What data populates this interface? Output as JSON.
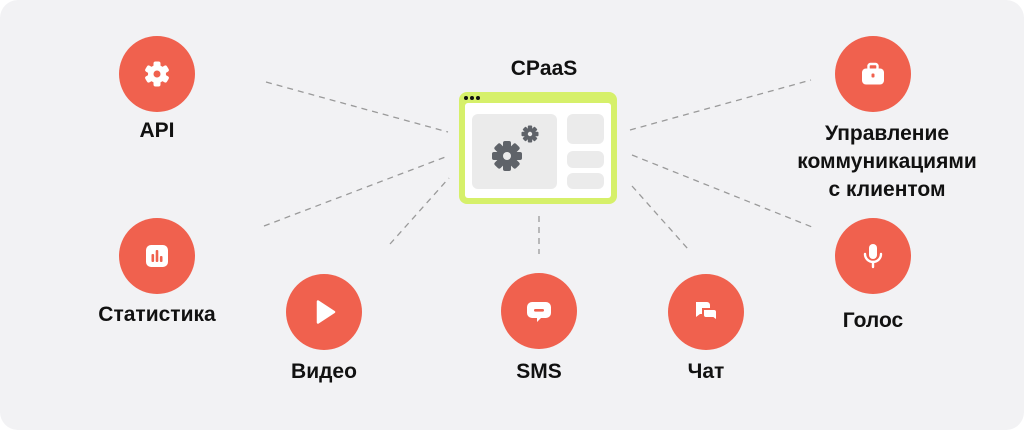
{
  "center": {
    "title": "CPaaS"
  },
  "nodes": {
    "api": {
      "label": "API",
      "icon": "gear-icon"
    },
    "stats": {
      "label": "Статистика",
      "icon": "bar-chart-icon"
    },
    "video": {
      "label": "Видео",
      "icon": "play-icon"
    },
    "sms": {
      "label": "SMS",
      "icon": "message-icon"
    },
    "chat": {
      "label": "Чат",
      "icon": "chat-bubbles-icon"
    },
    "crm": {
      "label": "Управление коммуникациями с клиентом",
      "icon": "briefcase-icon"
    },
    "voice": {
      "label": "Голос",
      "icon": "microphone-icon"
    }
  },
  "colors": {
    "background": "#f2f2f4",
    "accent": "#f0614e",
    "window_frame": "#d6f06a",
    "panel": "#ebebeb",
    "gear": "#5f6369",
    "line": "#9a9a9a"
  }
}
